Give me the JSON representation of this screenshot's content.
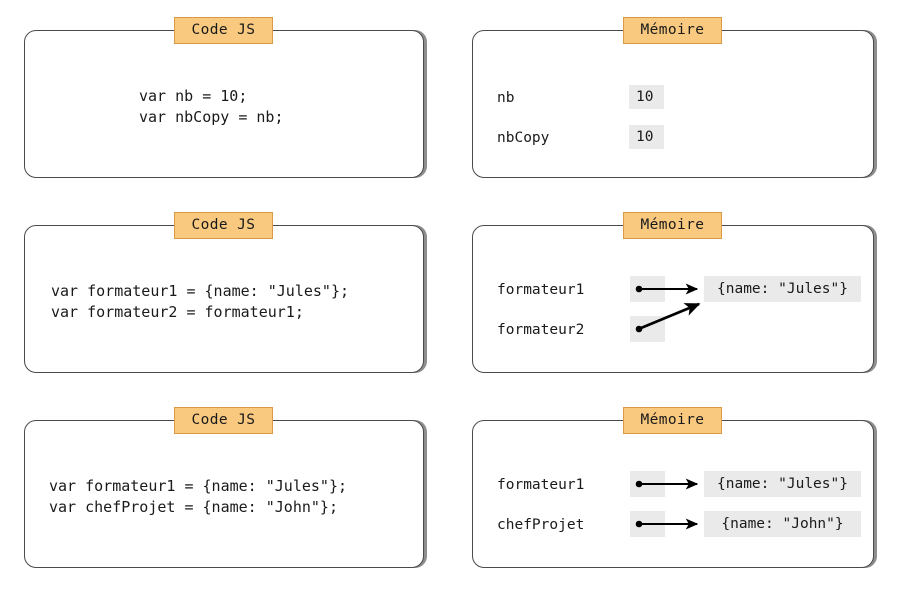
{
  "meta": {
    "title": "JavaScript valeurs primitives et references en memoire",
    "badge_code_label": "Code JS",
    "badge_memory_label": "Mémoire",
    "accent_color": "#f9c97f",
    "accent_border_color": "#d89a45",
    "chip_color": "#eaeaea",
    "panel_border_color": "#4a4a4a",
    "text_color": "#1a1a1a"
  },
  "examples": [
    {
      "id": "primitive-copy",
      "code": {
        "badge": "Code JS",
        "lines": [
          "var nb = 10;",
          "var nbCopy = nb;"
        ],
        "text": "var nb = 10;\nvar nbCopy = nb;"
      },
      "memory": {
        "badge": "Mémoire",
        "rows": [
          {
            "variable": "nb",
            "value": "10",
            "kind": "primitive"
          },
          {
            "variable": "nbCopy",
            "value": "10",
            "kind": "primitive"
          }
        ],
        "objects": [],
        "arrows": []
      }
    },
    {
      "id": "reference-shared",
      "code": {
        "badge": "Code JS",
        "lines": [
          "var formateur1 = {name: \"Jules\"};",
          "var formateur2 = formateur1;"
        ],
        "text": "var formateur1 = {name: \"Jules\"};\nvar formateur2 = formateur1;"
      },
      "memory": {
        "badge": "Mémoire",
        "rows": [
          {
            "variable": "formateur1",
            "value": "",
            "kind": "pointer"
          },
          {
            "variable": "formateur2",
            "value": "",
            "kind": "pointer"
          }
        ],
        "objects": [
          {
            "id": "obj-jules",
            "text": "{name: \"Jules\"}"
          }
        ],
        "arrows": [
          {
            "from": "formateur1",
            "to": "obj-jules"
          },
          {
            "from": "formateur2",
            "to": "obj-jules"
          }
        ]
      }
    },
    {
      "id": "separate-objects",
      "code": {
        "badge": "Code JS",
        "lines": [
          "var formateur1 = {name: \"Jules\"};",
          "var chefProjet = {name: \"John\"};"
        ],
        "text": "var formateur1 = {name: \"Jules\"};\nvar chefProjet = {name: \"John\"};"
      },
      "memory": {
        "badge": "Mémoire",
        "rows": [
          {
            "variable": "formateur1",
            "value": "",
            "kind": "pointer"
          },
          {
            "variable": "chefProjet",
            "value": "",
            "kind": "pointer"
          }
        ],
        "objects": [
          {
            "id": "obj-jules-2",
            "text": "{name: \"Jules\"}"
          },
          {
            "id": "obj-john",
            "text": "{name: \"John\"}"
          }
        ],
        "arrows": [
          {
            "from": "formateur1",
            "to": "obj-jules-2"
          },
          {
            "from": "chefProjet",
            "to": "obj-john"
          }
        ]
      }
    }
  ]
}
